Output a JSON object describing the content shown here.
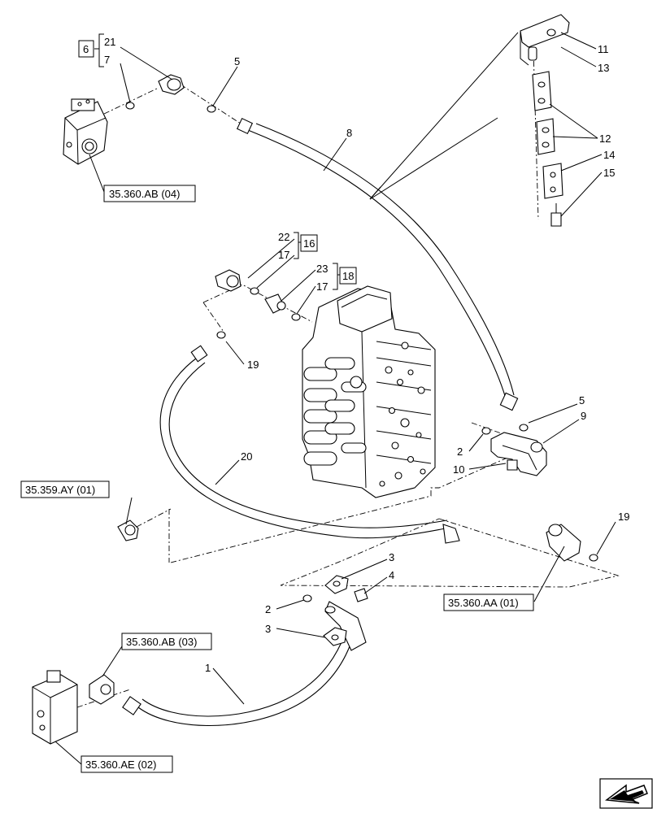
{
  "callouts": {
    "n1": "1",
    "n2a": "2",
    "n2b": "2",
    "n3a": "3",
    "n3b": "3",
    "n4": "4",
    "n5a": "5",
    "n5b": "5",
    "n7": "7",
    "n8": "8",
    "n9": "9",
    "n10": "10",
    "n11": "11",
    "n12": "12",
    "n13": "13",
    "n14": "14",
    "n15": "15",
    "n17a": "17",
    "n17b": "17",
    "n19a": "19",
    "n19b": "19",
    "n20": "20",
    "n21": "21",
    "n22": "22",
    "n23": "23"
  },
  "kits": {
    "k6": "6",
    "k16": "16",
    "k18": "18"
  },
  "references": {
    "r1": "35.360.AB (04)",
    "r2": "35.359.AY (01)",
    "r3": "35.360.AA (01)",
    "r4": "35.360.AB (03)",
    "r5": "35.360.AE (02)"
  }
}
